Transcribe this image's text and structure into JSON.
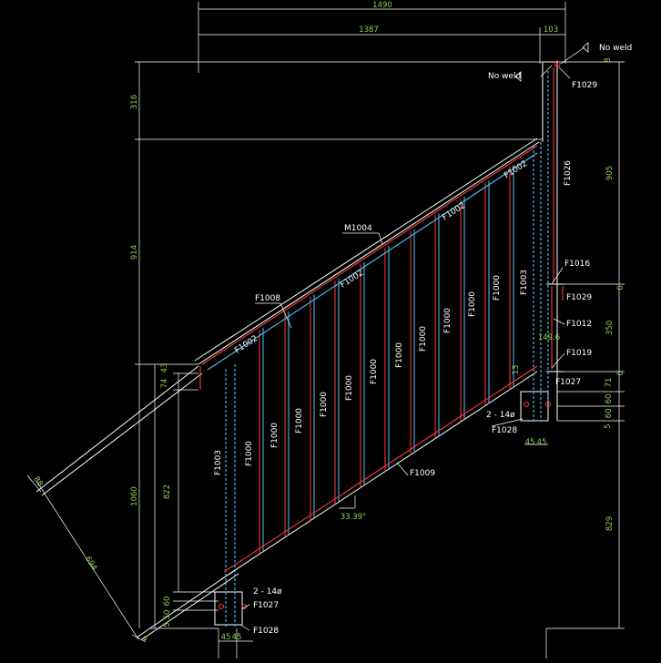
{
  "colors": {
    "background": "#000000",
    "line": "#ffffff",
    "dimension_text": "#8fd14f",
    "member_red": "#ff3b3b",
    "member_blue": "#4fc3ff",
    "member_cyan": "#3fe0e0"
  },
  "dimensions": {
    "overall_width": "1490",
    "inner_width": "1387",
    "right_offset": "103",
    "top_height": "316",
    "mid_height": "914",
    "bottom_height": "1060",
    "right_upper": "905",
    "right_mid": "350",
    "right_lower": "829",
    "post_height": "822",
    "diag_len": "694",
    "diag_end_top": "88",
    "diag_end_bottom": "9",
    "small_43": "43",
    "small_74": "74",
    "gap_149": "149.6",
    "small_13": "13",
    "small_6a": "6",
    "small_6b": "6",
    "small_71": "71",
    "small_60a": "60",
    "small_60b": "60",
    "small_5": "5",
    "small_8": "8",
    "base_60": "60",
    "base_50": "50",
    "base_5": "5",
    "w45_left_a": "45",
    "w45_left_b": "45",
    "w45_right_a": "45",
    "w45_right_b": "45",
    "angle": "33.39°"
  },
  "labels": {
    "no_weld_1": "No weld",
    "no_weld_2": "No weld",
    "f1029_top": "F1029",
    "f1026": "F1026",
    "f1016": "F1016",
    "f1029_mid": "F1029",
    "f1012": "F1012",
    "f1019": "F1019",
    "f1027_right": "F1027",
    "f1028_right": "F1028",
    "bolts_right": "2 - 14ø",
    "f1027_left": "F1027",
    "f1028_left": "F1028",
    "bolts_left": "2 - 14ø",
    "m1004": "M1004",
    "f1008": "F1008",
    "f1009": "F1009",
    "f1002_a": "F1002",
    "f1002_b": "F1002",
    "f1002_c": "F1002",
    "f1002_d": "F1002",
    "f1003_left": "F1003",
    "f1003_right": "F1003",
    "f1000": [
      "F1000",
      "F1000",
      "F1000",
      "F1000",
      "F1000",
      "F1000",
      "F1000",
      "F1000",
      "F1000",
      "F1000",
      "F1000"
    ]
  }
}
